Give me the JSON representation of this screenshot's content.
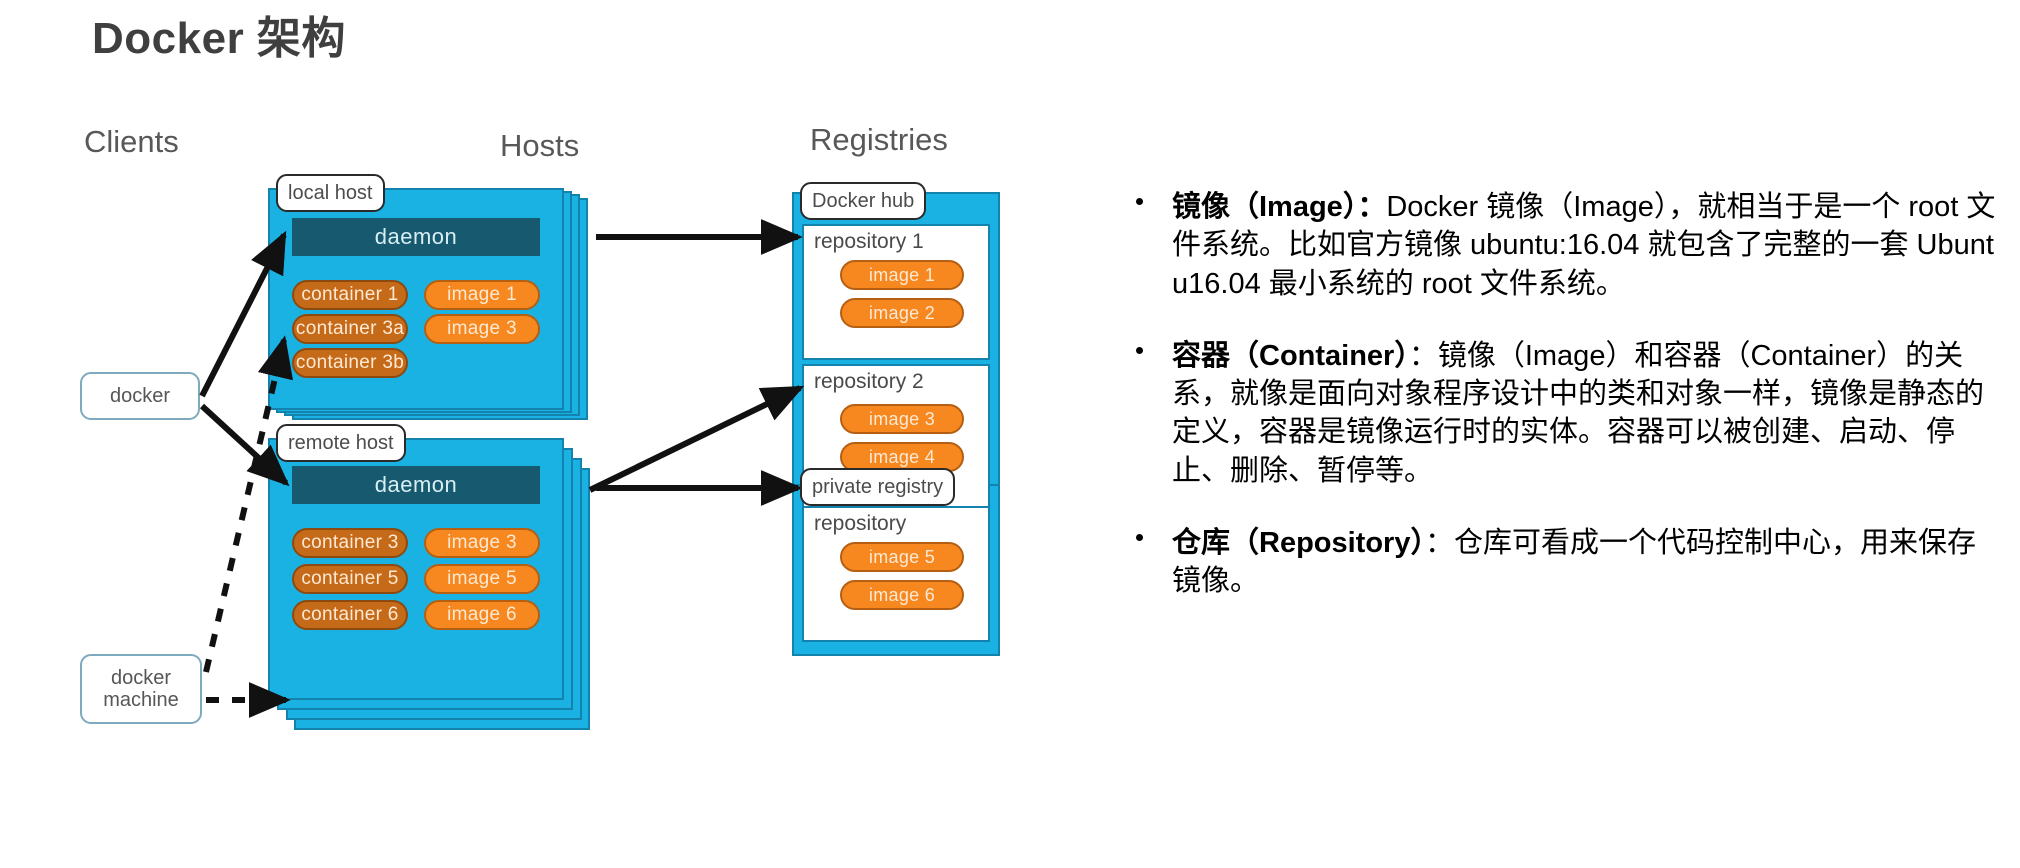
{
  "page": {
    "title": "Docker 架构"
  },
  "diagram": {
    "columns": {
      "clients": "Clients",
      "hosts": "Hosts",
      "registries": "Registries"
    },
    "clients": [
      {
        "id": "docker",
        "label": "docker"
      },
      {
        "id": "docker-machine",
        "label": "docker machine"
      }
    ],
    "hosts": [
      {
        "id": "local-host",
        "tag": "local host",
        "daemon": "daemon",
        "containers": [
          "container 1",
          "container 3a",
          "container 3b"
        ],
        "images": [
          "image 1",
          "image 3"
        ]
      },
      {
        "id": "remote-host",
        "tag": "remote host",
        "daemon": "daemon",
        "containers": [
          "container 3",
          "container 5",
          "container 6"
        ],
        "images": [
          "image 3",
          "image 5",
          "image 6"
        ]
      }
    ],
    "registries": [
      {
        "id": "docker-hub",
        "tag": "Docker hub",
        "repositories": [
          {
            "label": "repository 1",
            "images": [
              "image 1",
              "image 2"
            ]
          },
          {
            "label": "repository 2",
            "images": [
              "image 3",
              "image 4"
            ]
          }
        ]
      },
      {
        "id": "private-registry",
        "tag": "private registry",
        "repositories": [
          {
            "label": "repository",
            "images": [
              "image 5",
              "image 6"
            ]
          }
        ]
      }
    ],
    "colors": {
      "host_fill": "#19b2e2",
      "host_border": "#1383ae",
      "daemon_fill": "#17596e",
      "container_fill": "#c56a18",
      "image_fill": "#f6881f",
      "client_border": "#7fa9bd",
      "heading_text": "#585858"
    }
  },
  "notes": [
    {
      "id": "image",
      "term": "镜像（Image）：",
      "body": "Docker 镜像（Image），就相当于是一个 root 文件系统。比如官方镜像 ubuntu:16.04 就包含了完整的一套 Ubuntu16.04 最小系统的 root 文件系统。"
    },
    {
      "id": "container",
      "term": "容器（Container）",
      "body": "：镜像（Image）和容器（Container）的关系，就像是面向对象程序设计中的类和对象一样，镜像是静态的定义，容器是镜像运行时的实体。容器可以被创建、启动、停止、删除、暂停等。"
    },
    {
      "id": "repository",
      "term": "仓库（Repository）",
      "body": "：仓库可看成一个代码控制中心，用来保存镜像。"
    }
  ]
}
